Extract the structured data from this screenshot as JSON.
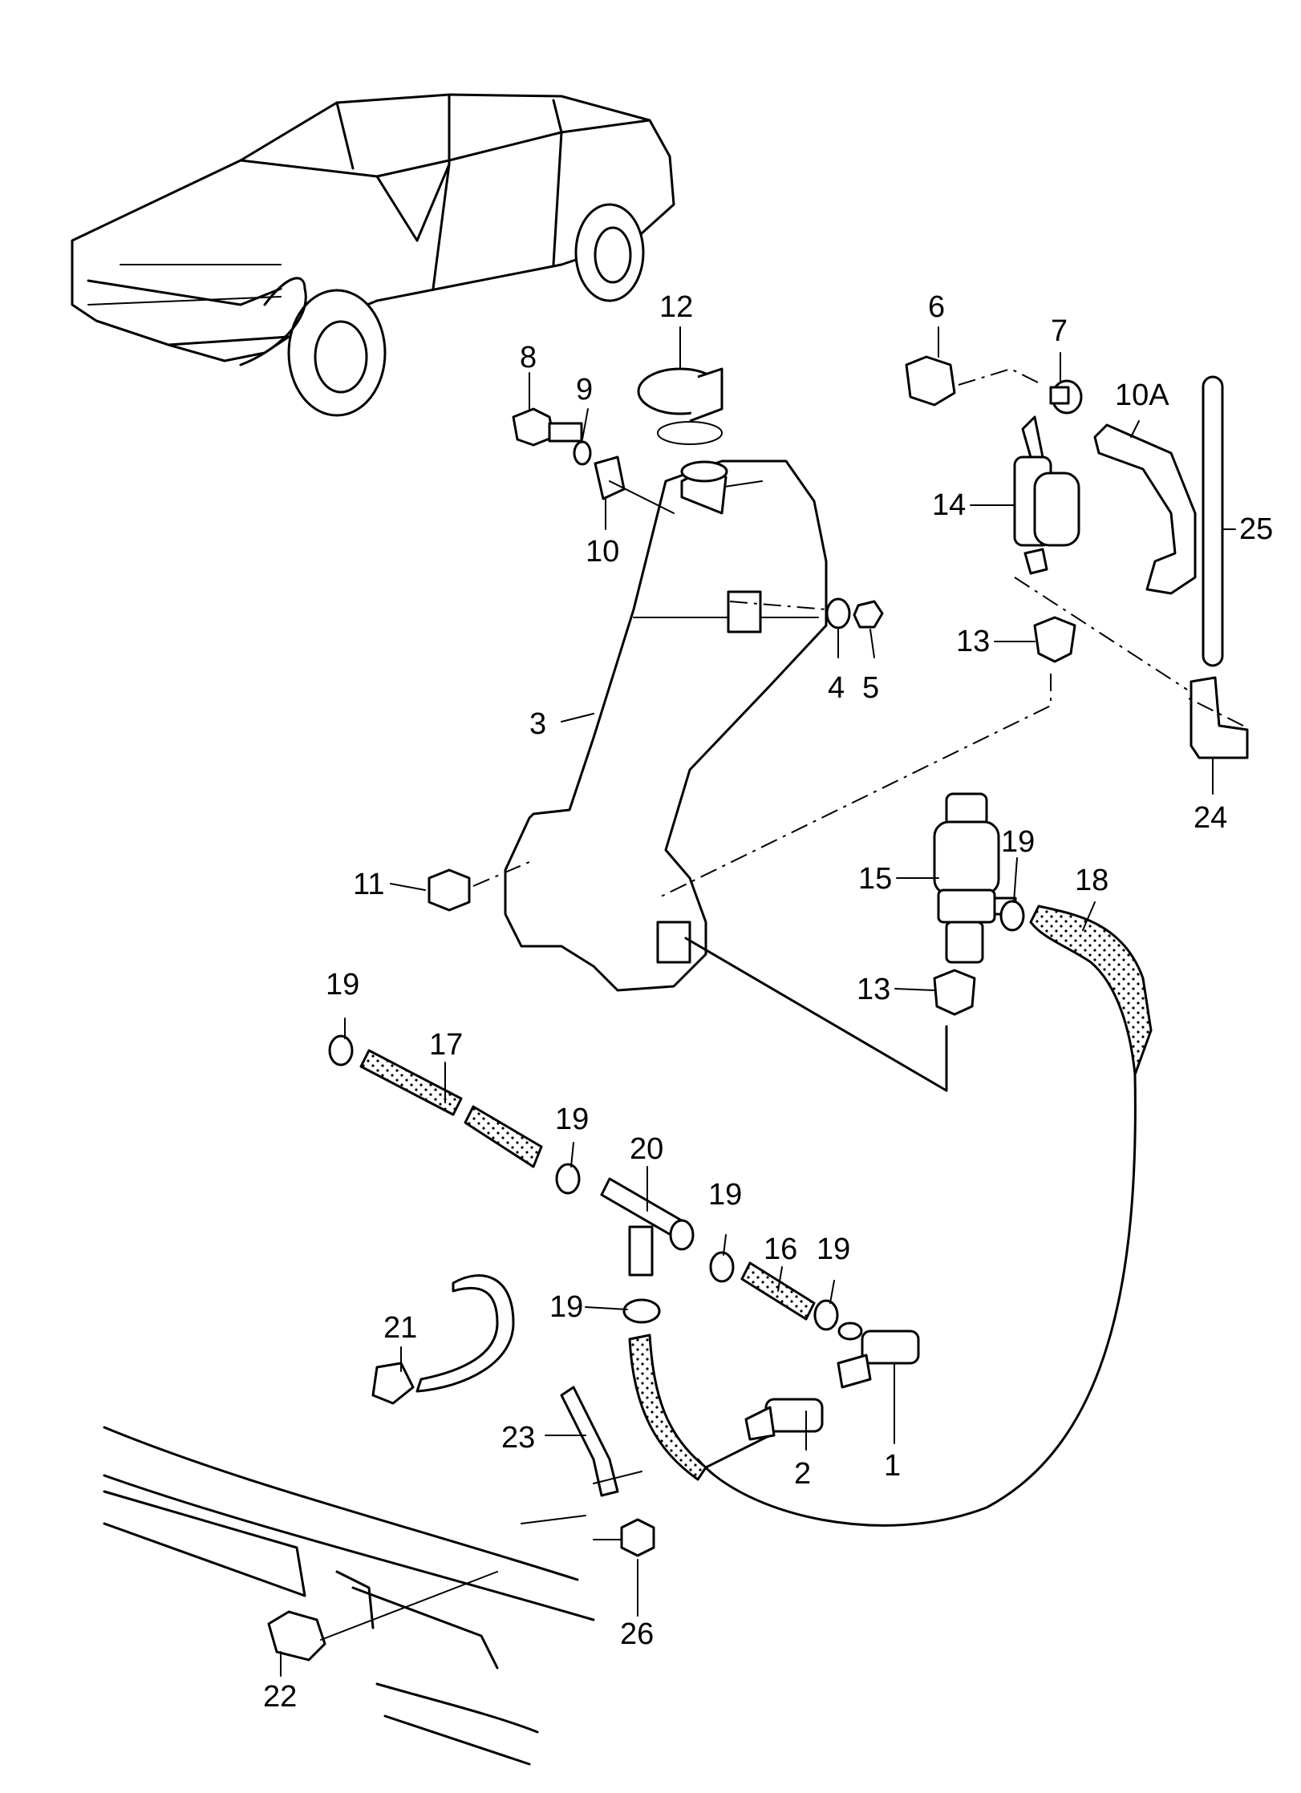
{
  "diagram": {
    "callouts": [
      {
        "id": "c1",
        "text": "1"
      },
      {
        "id": "c2",
        "text": "2"
      },
      {
        "id": "c3",
        "text": "3"
      },
      {
        "id": "c4",
        "text": "4"
      },
      {
        "id": "c5",
        "text": "5"
      },
      {
        "id": "c6",
        "text": "6"
      },
      {
        "id": "c7",
        "text": "7"
      },
      {
        "id": "c8",
        "text": "8"
      },
      {
        "id": "c9",
        "text": "9"
      },
      {
        "id": "c10",
        "text": "10"
      },
      {
        "id": "c10a",
        "text": "10A"
      },
      {
        "id": "c11",
        "text": "11"
      },
      {
        "id": "c12",
        "text": "12"
      },
      {
        "id": "c13a",
        "text": "13"
      },
      {
        "id": "c13b",
        "text": "13"
      },
      {
        "id": "c14",
        "text": "14"
      },
      {
        "id": "c15",
        "text": "15"
      },
      {
        "id": "c16",
        "text": "16"
      },
      {
        "id": "c17",
        "text": "17"
      },
      {
        "id": "c18",
        "text": "18"
      },
      {
        "id": "c19a",
        "text": "19"
      },
      {
        "id": "c19b",
        "text": "19"
      },
      {
        "id": "c19c",
        "text": "19"
      },
      {
        "id": "c19d",
        "text": "19"
      },
      {
        "id": "c19e",
        "text": "19"
      },
      {
        "id": "c19f",
        "text": "19"
      },
      {
        "id": "c20",
        "text": "20"
      },
      {
        "id": "c21",
        "text": "21"
      },
      {
        "id": "c22",
        "text": "22"
      },
      {
        "id": "c23",
        "text": "23"
      },
      {
        "id": "c24",
        "text": "24"
      },
      {
        "id": "c25",
        "text": "25"
      },
      {
        "id": "c26",
        "text": "26"
      }
    ]
  }
}
